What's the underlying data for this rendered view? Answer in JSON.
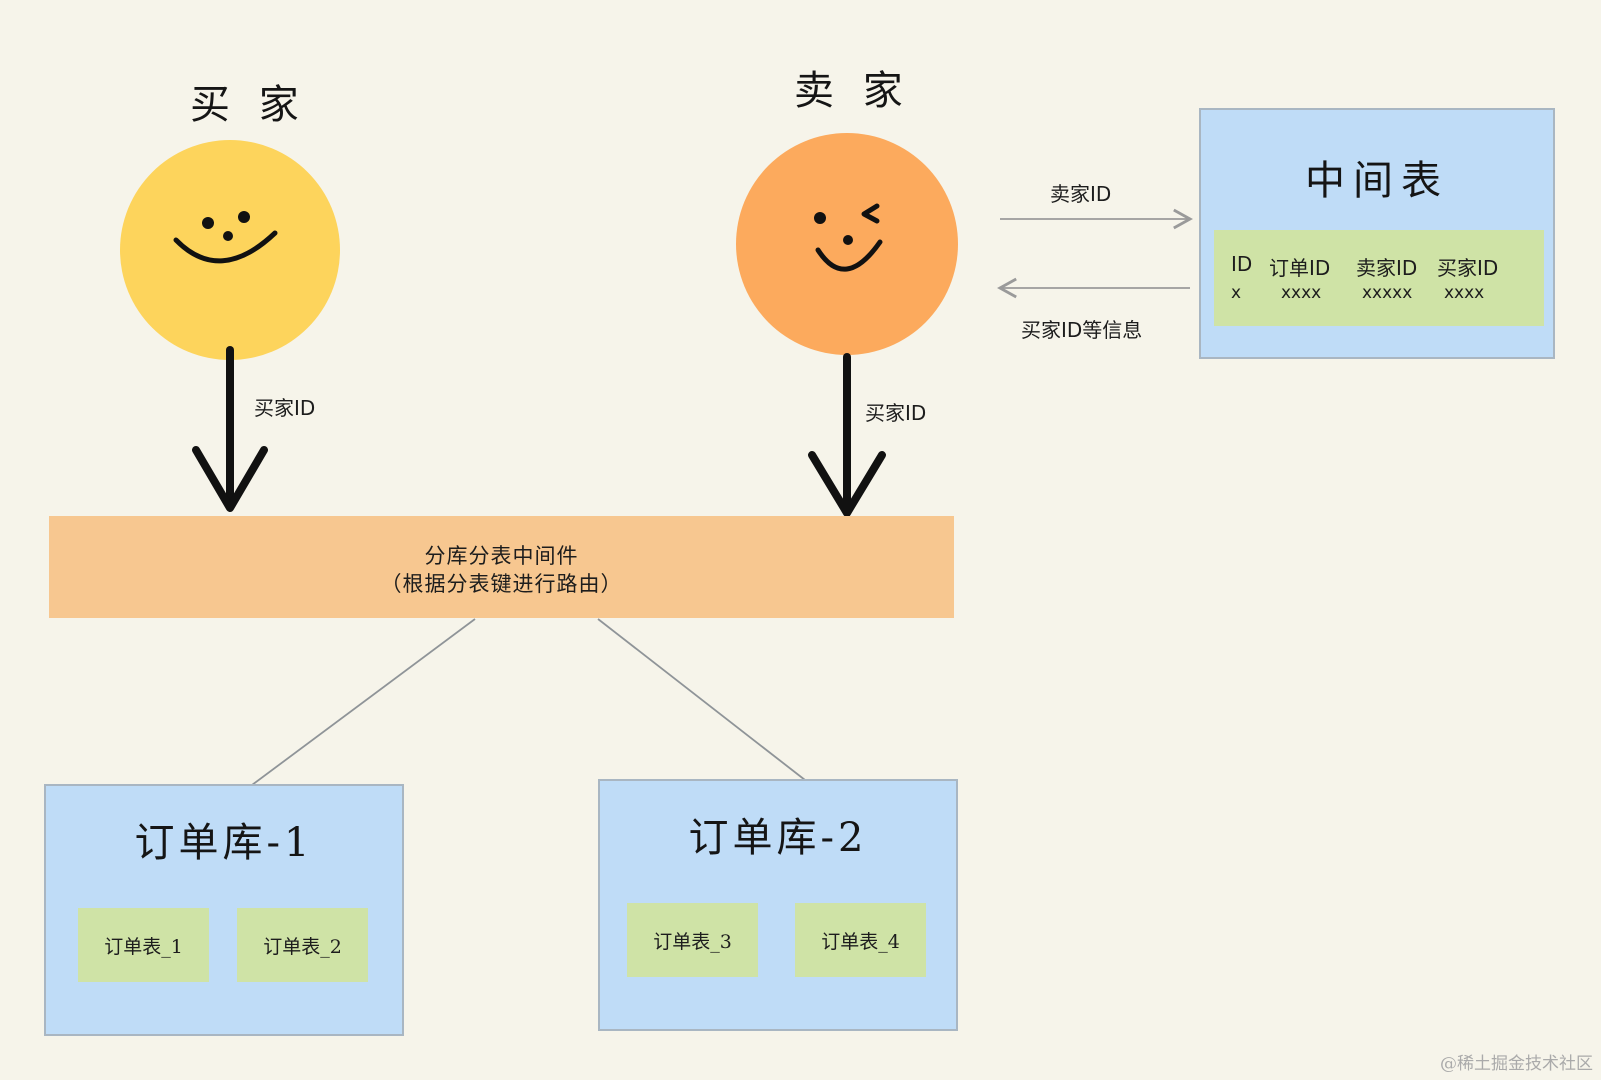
{
  "buyer": {
    "label": "买 家"
  },
  "seller": {
    "label": "卖 家"
  },
  "arrows": {
    "buyer_down_label": "买家ID",
    "seller_down_label": "买家ID",
    "to_mid_label": "卖家ID",
    "from_mid_label": "买家ID等信息"
  },
  "mid_table": {
    "title": "中间表",
    "headers": [
      "ID",
      "订单ID",
      "卖家ID",
      "买家ID"
    ],
    "values": [
      "x",
      "xxxx",
      "xxxxx",
      "xxxx"
    ]
  },
  "router": {
    "line1": "分库分表中间件",
    "line2": "（根据分表键进行路由）"
  },
  "databases": [
    {
      "title": "订单库-1",
      "tables": [
        "订单表_1",
        "订单表_2"
      ]
    },
    {
      "title": "订单库-2",
      "tables": [
        "订单表_3",
        "订单表_4"
      ]
    }
  ],
  "watermark": "@稀土掘金技术社区",
  "colors": {
    "buyer_face": "#fdd45c",
    "seller_face": "#fcaa5d",
    "table_box": "#bfdcf7",
    "table_inner": "#cfe3a6",
    "router": "#f7c790",
    "background": "#f6f4ea"
  }
}
